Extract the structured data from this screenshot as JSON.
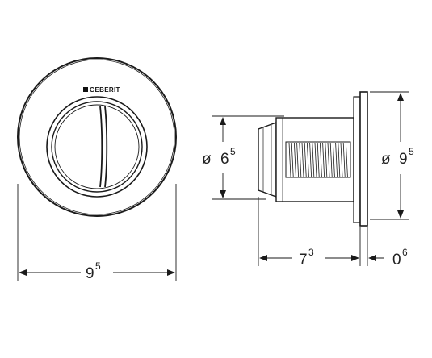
{
  "brand": {
    "logo_text": "GEBERIT"
  },
  "dimensions": {
    "front_width": {
      "base": "9",
      "sup": "5"
    },
    "body_diameter": {
      "prefix": "ø",
      "base": "6",
      "sup": "5"
    },
    "plate_diameter": {
      "prefix": "ø",
      "base": "9",
      "sup": "5"
    },
    "body_depth": {
      "base": "7",
      "sup": "3"
    },
    "plate_thickness": {
      "base": "0",
      "sup": "6"
    }
  },
  "colors": {
    "line": "#1a1a1a",
    "fill": "#ffffff"
  }
}
